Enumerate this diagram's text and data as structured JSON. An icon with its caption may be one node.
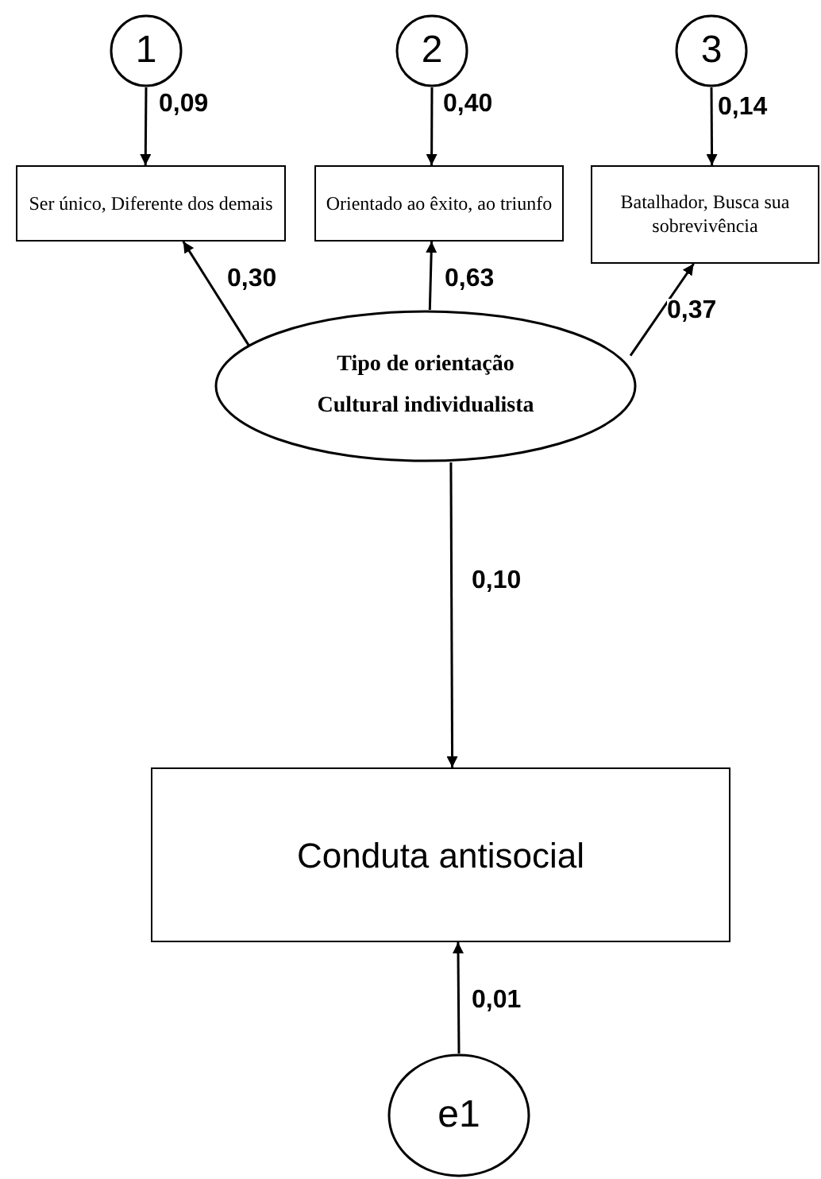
{
  "diagram": {
    "nodes": [
      {
        "text": [
          "1"
        ]
      },
      {
        "text": [
          "2"
        ]
      },
      {
        "text": [
          "3"
        ]
      },
      {
        "text": [
          "Ser único, Diferente dos demais"
        ]
      },
      {
        "text": [
          "Orientado ao êxito, ao triunfo"
        ]
      },
      {
        "text": [
          "Batalhador, Busca sua sobrevivência"
        ]
      },
      {
        "text": [
          "Tipo de orientação",
          "Cultural individualista"
        ]
      },
      {
        "text": [
          "Conduta antisocial"
        ]
      },
      {
        "text": [
          "e1"
        ]
      }
    ],
    "edges": [
      {
        "from": 0,
        "to": 3,
        "arrow": "to",
        "label": "0,09"
      },
      {
        "from": 1,
        "to": 4,
        "arrow": "to",
        "label": "0,40"
      },
      {
        "from": 2,
        "to": 5,
        "arrow": "to",
        "label": "0,14"
      },
      {
        "from": 6,
        "to": 3,
        "arrow": "to",
        "label": "0,30"
      },
      {
        "from": 6,
        "to": 4,
        "arrow": "to",
        "label": "0,63"
      },
      {
        "from": 6,
        "to": 5,
        "arrow": "to",
        "label": "0,37"
      },
      {
        "from": 6,
        "to": 7,
        "arrow": "to",
        "label": "0,10"
      },
      {
        "from": 8,
        "to": 7,
        "arrow": "to",
        "label": "0,01"
      }
    ]
  }
}
